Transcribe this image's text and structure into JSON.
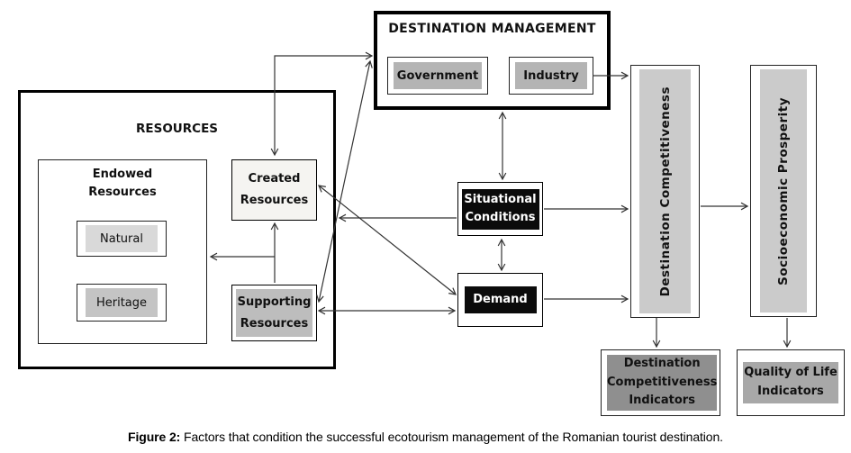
{
  "diagram": {
    "destination_management": {
      "title": "DESTINATION MANAGEMENT",
      "government_label": "Government",
      "industry_label": "Industry"
    },
    "resources": {
      "title": "RESOURCES",
      "endowed_title": "Endowed Resources",
      "natural_label": "Natural",
      "heritage_label": "Heritage",
      "created_label": "Created Resources",
      "supporting_label": "Supporting Resources"
    },
    "situational_label": "Situational Conditions",
    "demand_label": "Demand",
    "competitiveness_label": "Destination Competitiveness",
    "prosperity_label": "Socioeconomic Prosperity",
    "competitiveness_indicators_label": "Destination Competitiveness Indicators",
    "quality_of_life_indicators_label": "Quality of Life Indicators"
  },
  "caption": {
    "label": "Figure 2:",
    "text": "Factors that condition the successful ecotourism management of the Romanian tourist destination."
  },
  "colors": {
    "line": "#333333",
    "box_border": "#000000",
    "government_fill": "#b4b4b4",
    "industry_fill": "#b4b4b4",
    "natural_fill": "#d9d9d9",
    "heritage_fill": "#c4c4c4",
    "created_fill": "#f5f4f1",
    "supporting_fill": "#bdbdbd",
    "competitiveness_fill": "#cbcbcb",
    "prosperity_fill": "#cbcbcb",
    "competitiveness_indicators_fill": "#8f8f8f",
    "quality_of_life_indicators_fill": "#a8a8a8",
    "situational_fill": "#0b0b0b",
    "demand_fill": "#0b0b0b"
  }
}
